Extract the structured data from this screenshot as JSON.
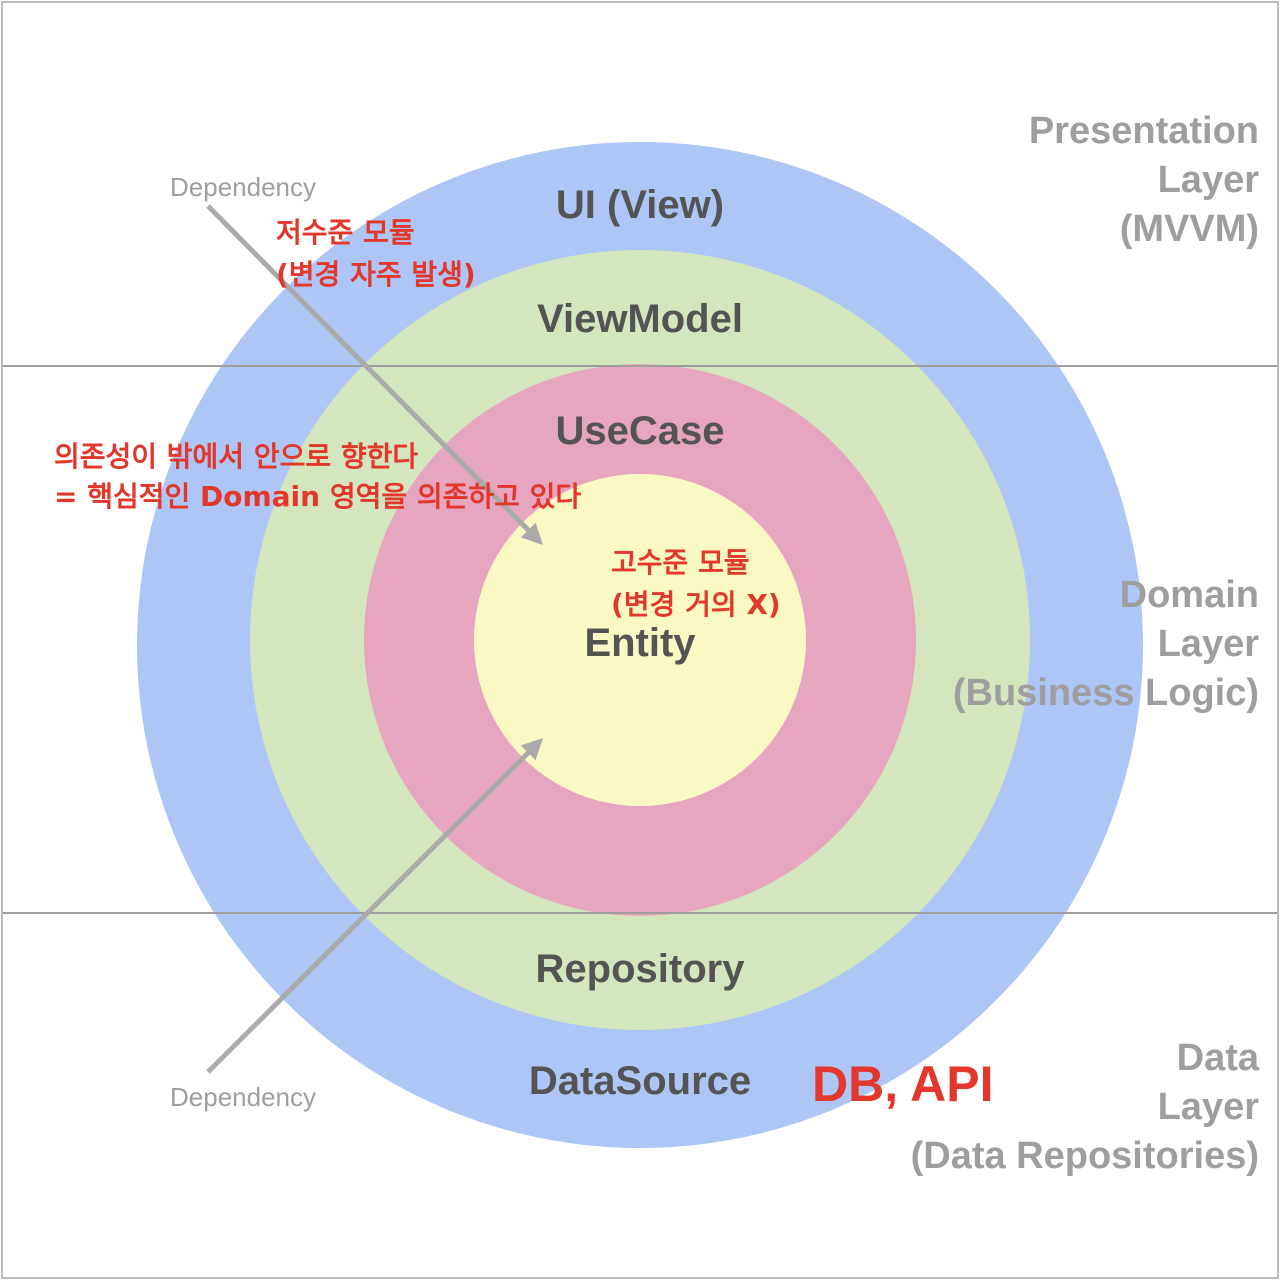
{
  "colors": {
    "outer_ring": "#aec6f5",
    "second_ring": "#d4e6bd",
    "third_ring": "#e7a6bf",
    "core": "#fbf9c3",
    "ring_text": "#545454",
    "layer_text": "#9e9e9e",
    "note_text": "#e2372a",
    "arrow": "#aaaaaa",
    "divider": "#9e9e9e"
  },
  "rings": {
    "ui": "UI (View)",
    "viewmodel": "ViewModel",
    "usecase": "UseCase",
    "entity": "Entity",
    "repository": "Repository",
    "datasource": "DataSource"
  },
  "layers": {
    "presentation": [
      "Presentation",
      "Layer",
      "(MVVM)"
    ],
    "domain": [
      "Domain",
      "Layer",
      "(Business Logic)"
    ],
    "data": [
      "Data",
      "Layer",
      "(Data Repositories)"
    ]
  },
  "dependency": {
    "top": "Dependency",
    "bottom": "Dependency"
  },
  "notes": {
    "low_level": [
      "저수준 모듈",
      "(변경 자주 발생)"
    ],
    "high_level": [
      "고수준 모듈",
      "(변경 거의 X)"
    ],
    "direction": [
      "의존성이 밖에서 안으로 향한다",
      "= 핵심적인 Domain 영역을 의존하고 있다"
    ],
    "db_api": "DB, API"
  }
}
